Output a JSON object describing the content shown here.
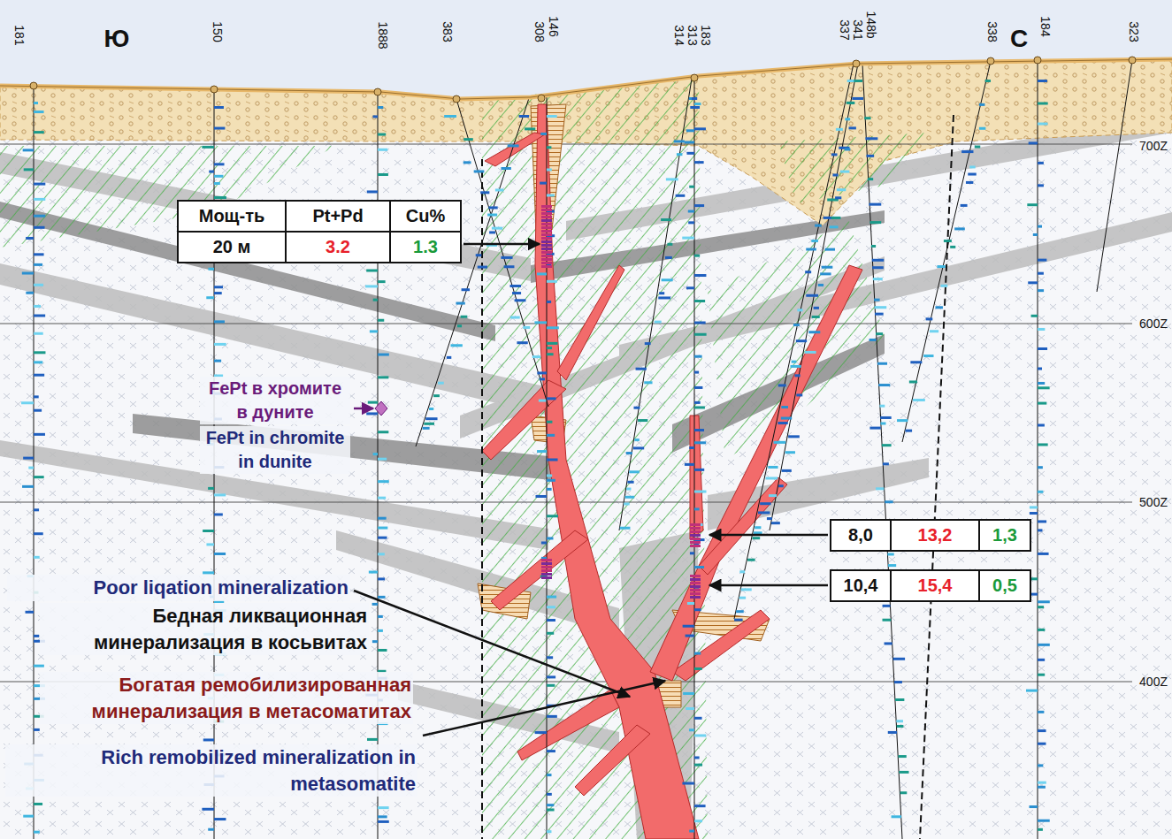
{
  "diagram": {
    "labels": [
      "181",
      "Ю",
      "150",
      "1888",
      "383",
      "308",
      "146",
      "314",
      "313",
      "183",
      "337",
      "341",
      "148b",
      "338",
      "184",
      "С",
      "323",
      "700Z",
      "Мощ-ть",
      "Pt+Pd",
      "Cu%",
      "20 м",
      "3.2",
      "1.3",
      "600Z",
      "FePt в хромите в дуните",
      "FePt in chromite in dunite",
      "500Z",
      "8,0",
      "13,2",
      "1,3",
      "10,4",
      "15,4",
      "0,5",
      "Poor liqation mineralization",
      "Бедная ликвационная минерализация в косьвитах",
      "400Z",
      "Богатая ремобилизированная минерализация в метасоматитах",
      "Rich remobilized mineralization in metasomatite"
    ]
  }
}
